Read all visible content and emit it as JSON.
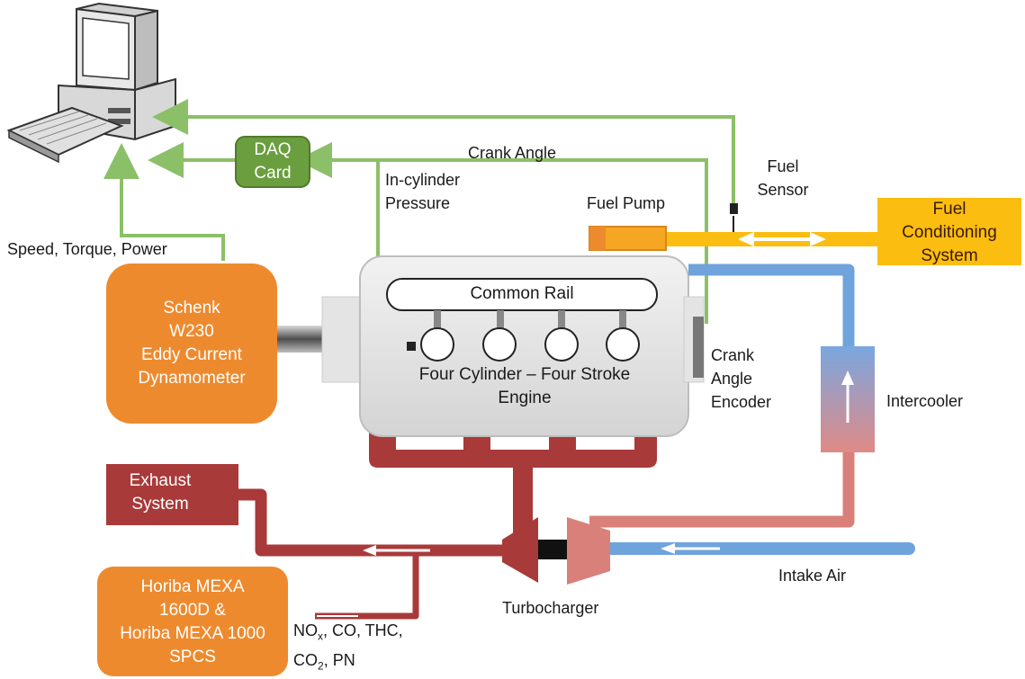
{
  "colors": {
    "signal_green": "#8cc068",
    "daq_green": "#6a9e3e",
    "engine_grey": "#e6e6e6",
    "dyno_orange": "#ee8a2e",
    "fuel_yellow": "#fbbd10",
    "exhaust_red": "#a93a3a",
    "intake_blue": "#6fa3dc",
    "hot_red": "#d9807a"
  },
  "computer": {
    "icon": "computer-icon"
  },
  "daq": {
    "line1": "DAQ",
    "line2": "Card"
  },
  "signals": {
    "crank_angle": "Crank Angle",
    "in_cyl_1": "In-cylinder",
    "in_cyl_2": "Pressure",
    "fuel_sensor_1": "Fuel",
    "fuel_sensor_2": "Sensor",
    "speed": "Speed, Torque, Power"
  },
  "fuel": {
    "pump": "Fuel Pump",
    "cond_1": "Fuel",
    "cond_2": "Conditioning",
    "cond_3": "System"
  },
  "dyno": {
    "l1": "Schenk",
    "l2": "W230",
    "l3": "Eddy Current",
    "l4": "Dynamometer"
  },
  "engine": {
    "rail": "Common Rail",
    "l1": "Four Cylinder – Four Stroke",
    "l2": "Engine"
  },
  "encoder": {
    "l1": "Crank",
    "l2": "Angle",
    "l3": "Encoder"
  },
  "intercooler": "Intercooler",
  "exhaust": {
    "l1": "Exhaust",
    "l2": "System"
  },
  "turbo": "Turbocharger",
  "intake": "Intake Air",
  "horiba": {
    "l1": "Horiba MEXA",
    "l2": "1600D &",
    "l3": "Horiba MEXA 1000",
    "l4": "SPCS"
  },
  "emissions": {
    "nox": "NO",
    "nox_sub": "x",
    "rest1": ", CO, THC,",
    "co2": "CO",
    "co2_sub": "2",
    "rest2": ", PN"
  }
}
